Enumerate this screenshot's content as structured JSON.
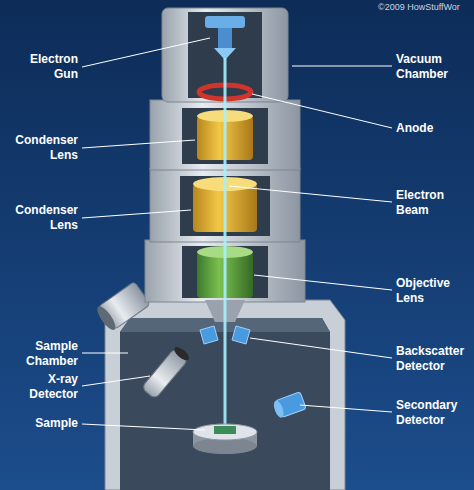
{
  "diagram": {
    "labels": [
      "©2009 HowStuffWor",
      "Electron Gun",
      "Vacuum Chamber",
      "Anode",
      "Condenser Lens",
      "Electron Beam",
      "Condenser Lens",
      "Objective Lens",
      "Sample Chamber",
      "Backscatter Detector",
      "X-ray Detector",
      "Secondary Detector",
      "Sample"
    ]
  }
}
